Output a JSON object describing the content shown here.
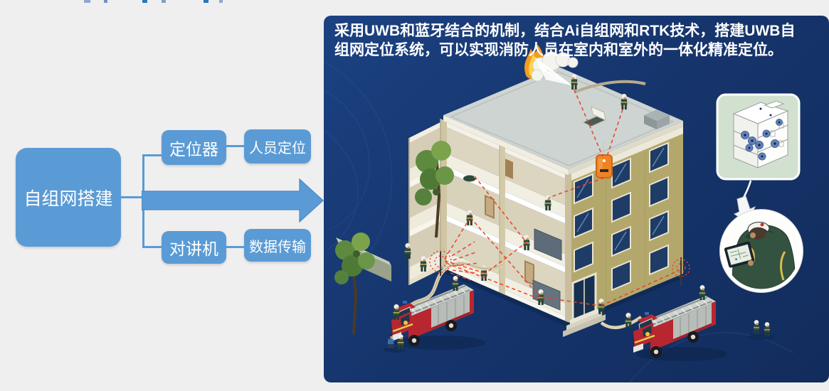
{
  "page": {
    "background_color": "#efefef"
  },
  "flowchart": {
    "accent_color": "#5b9bd5",
    "root": "自组网搭建",
    "branches": [
      {
        "label": "定位器",
        "result": "人员定位"
      },
      {
        "label": "对讲机",
        "result": "数据传输"
      }
    ]
  },
  "panel": {
    "background_color": "#16356d",
    "caption_line1": "采用UWB和蓝牙结合的机制，结合Ai自组网和RTK技术，搭建UWB自",
    "caption_line2": "组网定位系统，可以实现消防人员在室内和室外的一体化精准定位。",
    "illustration": {
      "scene": "uwb-firefighter-positioning",
      "elements": [
        "cutaway-building",
        "rooftop-fire-and-smoke",
        "water-spray",
        "uwb-beacon-device",
        "red-dashed-mesh-links",
        "signal-antenna-left",
        "signal-antenna-right",
        "fire-truck-left",
        "fire-truck-right",
        "fire-hoses",
        "trees",
        "boundary-wall",
        "entrance-stairs",
        "minimap-callout-with-position-dots",
        "commander-with-tablet-inset",
        "firefighter-figures"
      ],
      "status_colors": {
        "mesh_link": "#e8432a",
        "beacon": "#ef8324",
        "minimap_bg": "#d2e1cf"
      }
    }
  }
}
